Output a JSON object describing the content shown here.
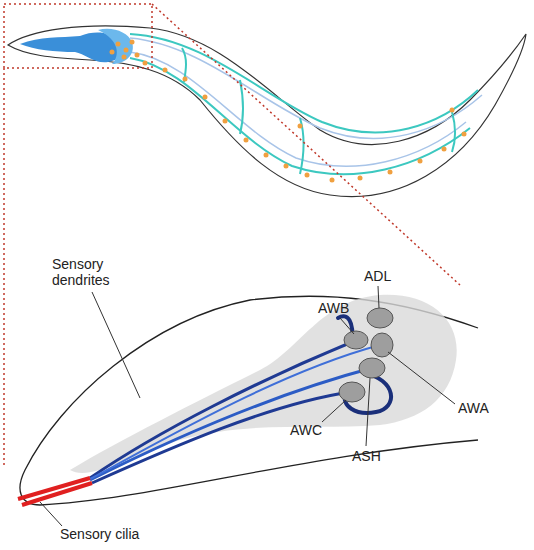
{
  "diagram": {
    "labels": [
      "ADL",
      "AWB",
      "Sensory dendrites",
      "AWA",
      "AWC",
      "ASH",
      "Sensory cilia"
    ]
  }
}
